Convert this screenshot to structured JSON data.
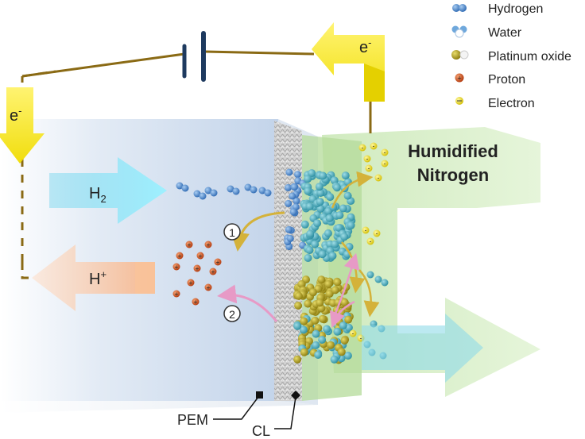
{
  "legend": {
    "items": [
      {
        "icon": "hydrogen-icon",
        "label": "Hydrogen",
        "color": "#3d7fc9"
      },
      {
        "icon": "water-icon",
        "label": "Water",
        "color": "#6fa8dc"
      },
      {
        "icon": "platinum-oxide-icon",
        "label": "Platinum oxide",
        "color": "#a89a1c"
      },
      {
        "icon": "proton-icon",
        "label": "Proton",
        "color": "#c84a16"
      },
      {
        "icon": "electron-icon",
        "label": "Electron",
        "color": "#e2d21a"
      }
    ]
  },
  "labels": {
    "e_top": "e",
    "e_top_sup": "-",
    "e_left": "e",
    "e_left_sup": "-",
    "h2_main": "H",
    "h2_sub": "2",
    "hplus_main": "H",
    "hplus_sup": "+",
    "humidified_line1": "Humidified",
    "humidified_line2": "Nitrogen",
    "step1": "1",
    "step2": "2",
    "pem": "PEM",
    "cl": "CL"
  },
  "colors": {
    "wire": "#8a6a14",
    "battery": "#1e3a5f",
    "electron_arrow": "#f4e400",
    "membrane_bg": "#c8d8ec",
    "catalyst_green": "#b9dca0",
    "h2_arrow": "#8fdff2",
    "hplus_arrow": "#f8c8a0",
    "nitrogen_arrow": "#cfe9bf",
    "path_step1": "#d4b23a",
    "path_step2": "#e79ac6"
  }
}
